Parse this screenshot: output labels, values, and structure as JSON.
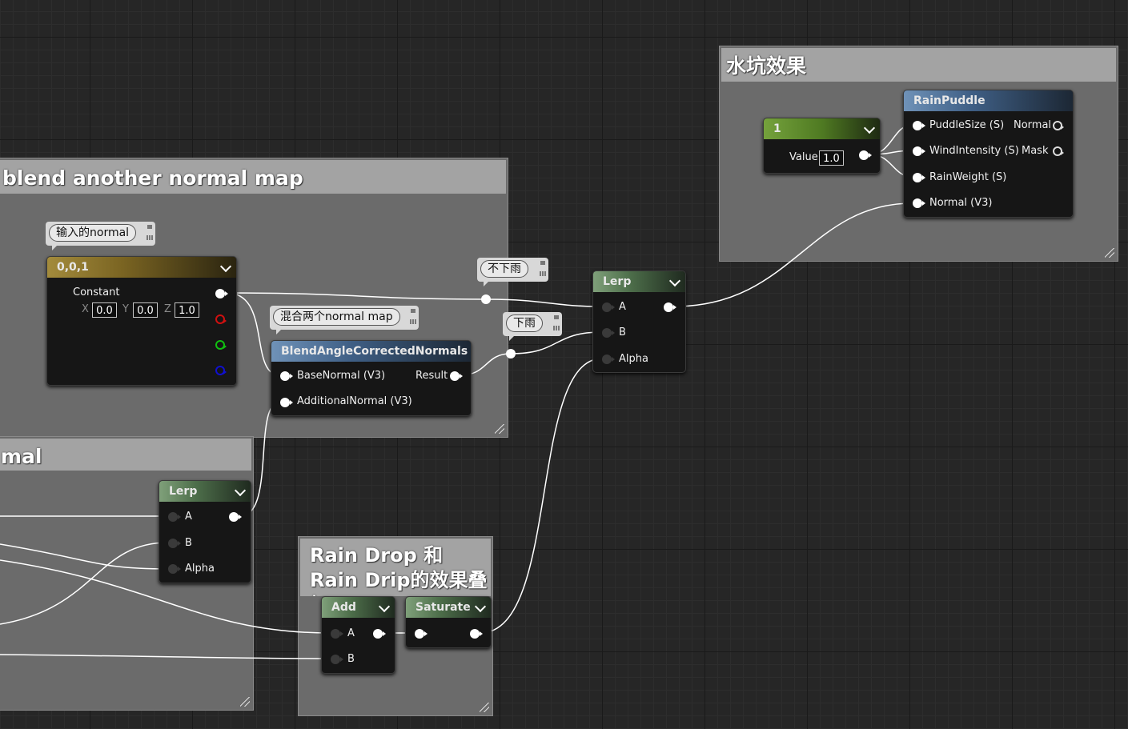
{
  "comments": {
    "water_puddle": {
      "title": "水坑效果"
    },
    "blend_normal": {
      "title": "blend another normal map"
    },
    "normal_left": {
      "title": "mal"
    },
    "rain_drop": {
      "title": "Rain Drop 和 Rain Drip的效果叠加"
    }
  },
  "bubbles": {
    "input_normal": "输入的normal",
    "blend_two": "混合两个normal map",
    "no_rain": "不下雨",
    "rain": "下雨"
  },
  "nodes": {
    "constant3": {
      "header": "0,0,1",
      "label": "Constant",
      "x_label": "X",
      "x_value": "0.0",
      "y_label": "Y",
      "y_value": "0.0",
      "z_label": "Z",
      "z_value": "1.0"
    },
    "blend": {
      "header": "BlendAngleCorrectedNormals",
      "in_base": "BaseNormal (V3)",
      "in_additional": "AdditionalNormal (V3)",
      "out_result": "Result"
    },
    "lerp_main": {
      "header": "Lerp",
      "a": "A",
      "b": "B",
      "alpha": "Alpha"
    },
    "lerp_low": {
      "header": "Lerp",
      "a": "A",
      "b": "B",
      "alpha": "Alpha"
    },
    "add": {
      "header": "Add",
      "a": "A",
      "b": "B"
    },
    "saturate": {
      "header": "Saturate"
    },
    "constant1": {
      "header": "1",
      "label": "Value",
      "value": "1.0"
    },
    "rain_puddle": {
      "header": "RainPuddle",
      "in_puddle": "PuddleSize (S)",
      "in_wind": "WindIntensity (S)",
      "in_weight": "RainWeight (S)",
      "in_normal": "Normal (V3)",
      "out_normal": "Normal",
      "out_mask": "Mask"
    }
  },
  "colors": {
    "canvas": "#262626",
    "comment_body": "#6b6b6b",
    "comment_bar": "#a3a3a3",
    "header_lerp": "#4d6e4a",
    "header_function": "#3f5f85",
    "header_vector": "#7a6422",
    "header_scalar": "#4f7a22",
    "wire": "#ffffff"
  }
}
